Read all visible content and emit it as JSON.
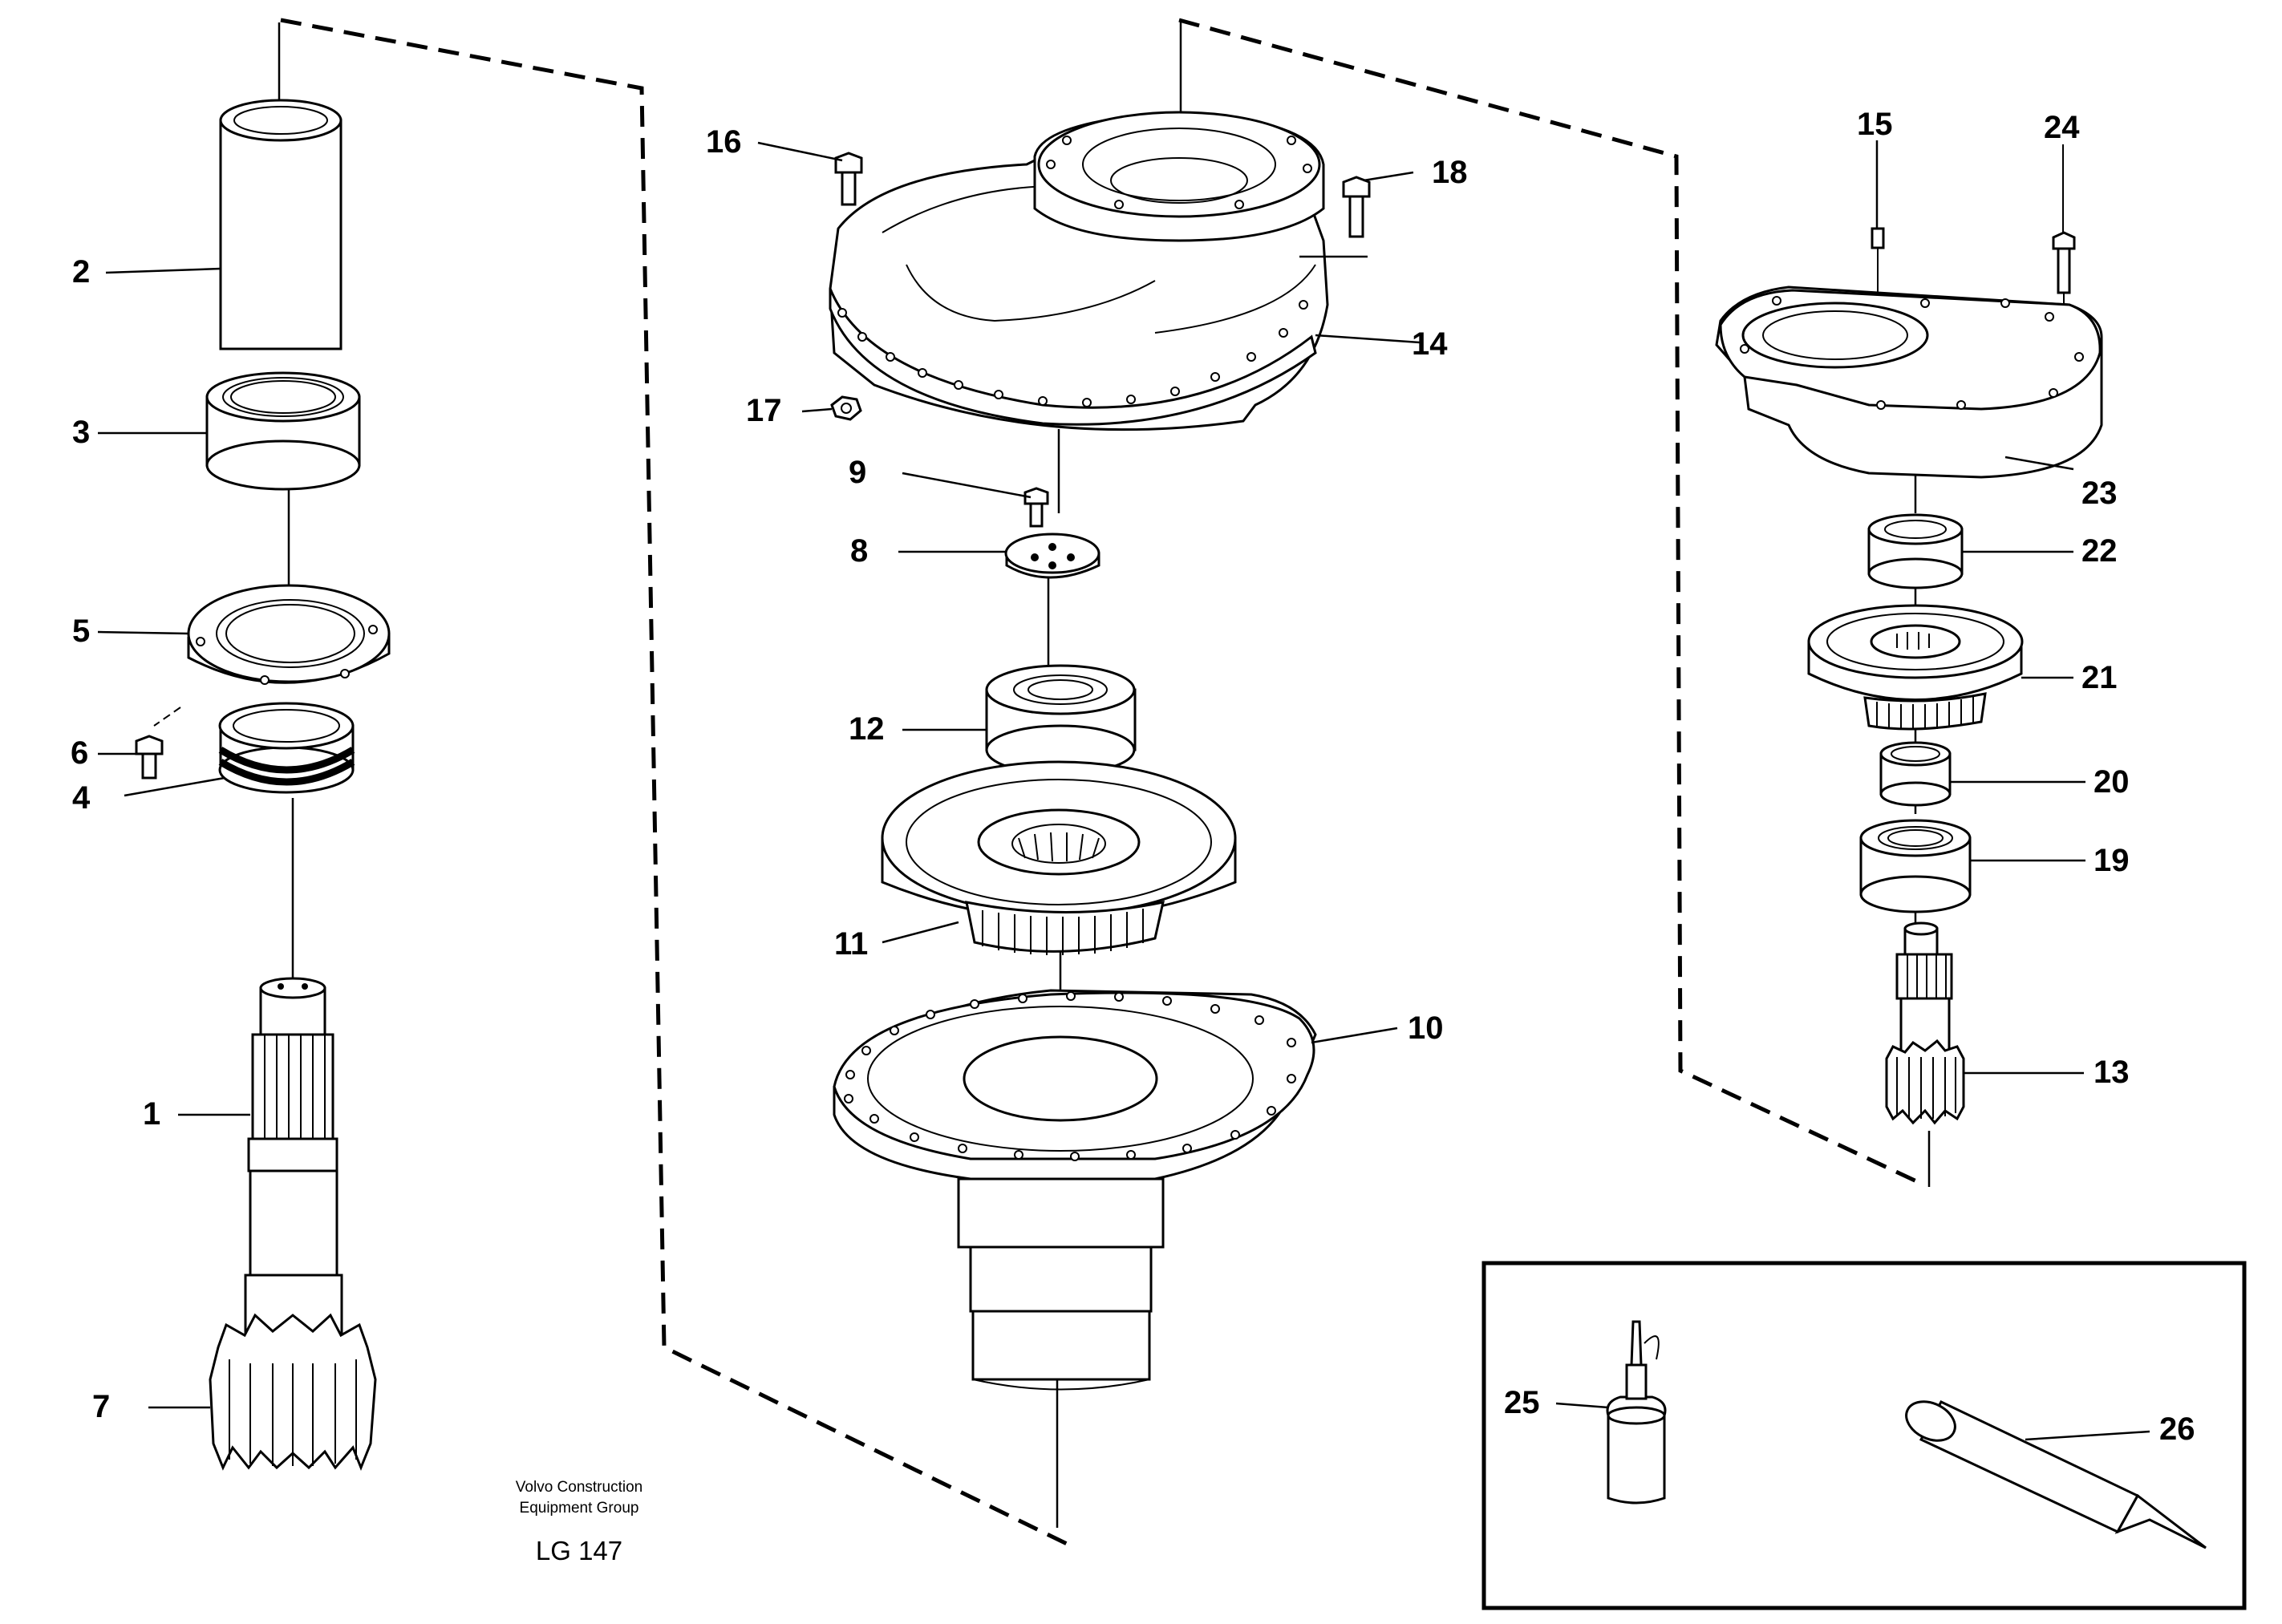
{
  "callouts": {
    "p1": "1",
    "p2": "2",
    "p3": "3",
    "p4": "4",
    "p5": "5",
    "p6": "6",
    "p7": "7",
    "p8": "8",
    "p9": "9",
    "p10": "10",
    "p11": "11",
    "p12": "12",
    "p13": "13",
    "p14": "14",
    "p15": "15",
    "p16": "16",
    "p17": "17",
    "p18": "18",
    "p19": "19",
    "p20": "20",
    "p21": "21",
    "p22": "22",
    "p23": "23",
    "p24": "24",
    "p25": "25",
    "p26": "26"
  },
  "footer": {
    "credit_line1": "Volvo Construction",
    "credit_line2": "Equipment Group",
    "drawing_code": "LG 147"
  }
}
